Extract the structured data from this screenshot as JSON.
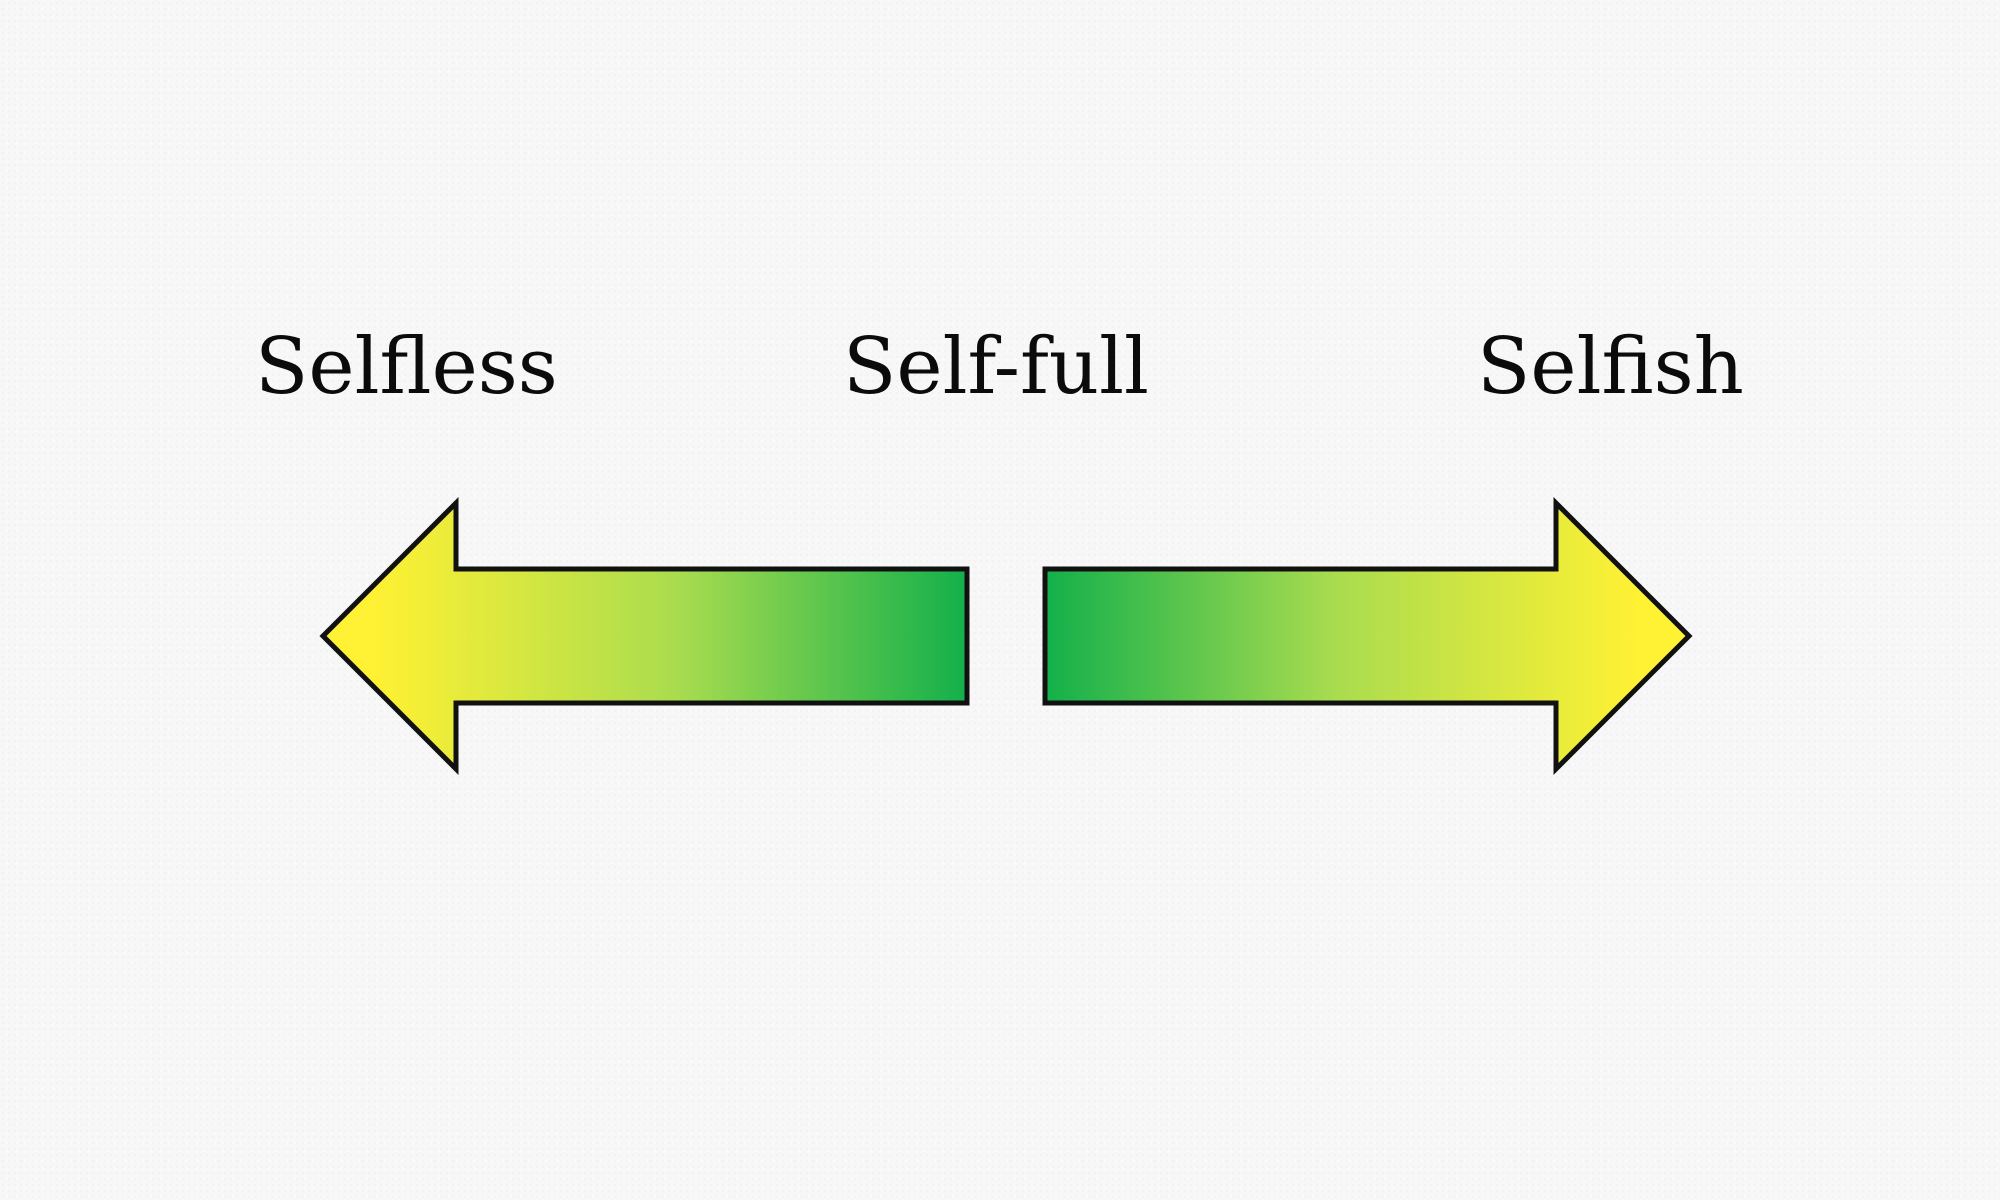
{
  "labels": {
    "left": "Selfless",
    "center": "Self-full",
    "right": "Selfish"
  },
  "arrows": {
    "left": {
      "direction": "left",
      "gradient": [
        "#fff133",
        "#a9dc4f",
        "#13b04b"
      ]
    },
    "right": {
      "direction": "right",
      "gradient": [
        "#13b04b",
        "#a9dc4f",
        "#fff133"
      ]
    },
    "outline_color": "#111111"
  },
  "background_color": "#f7f7f7"
}
